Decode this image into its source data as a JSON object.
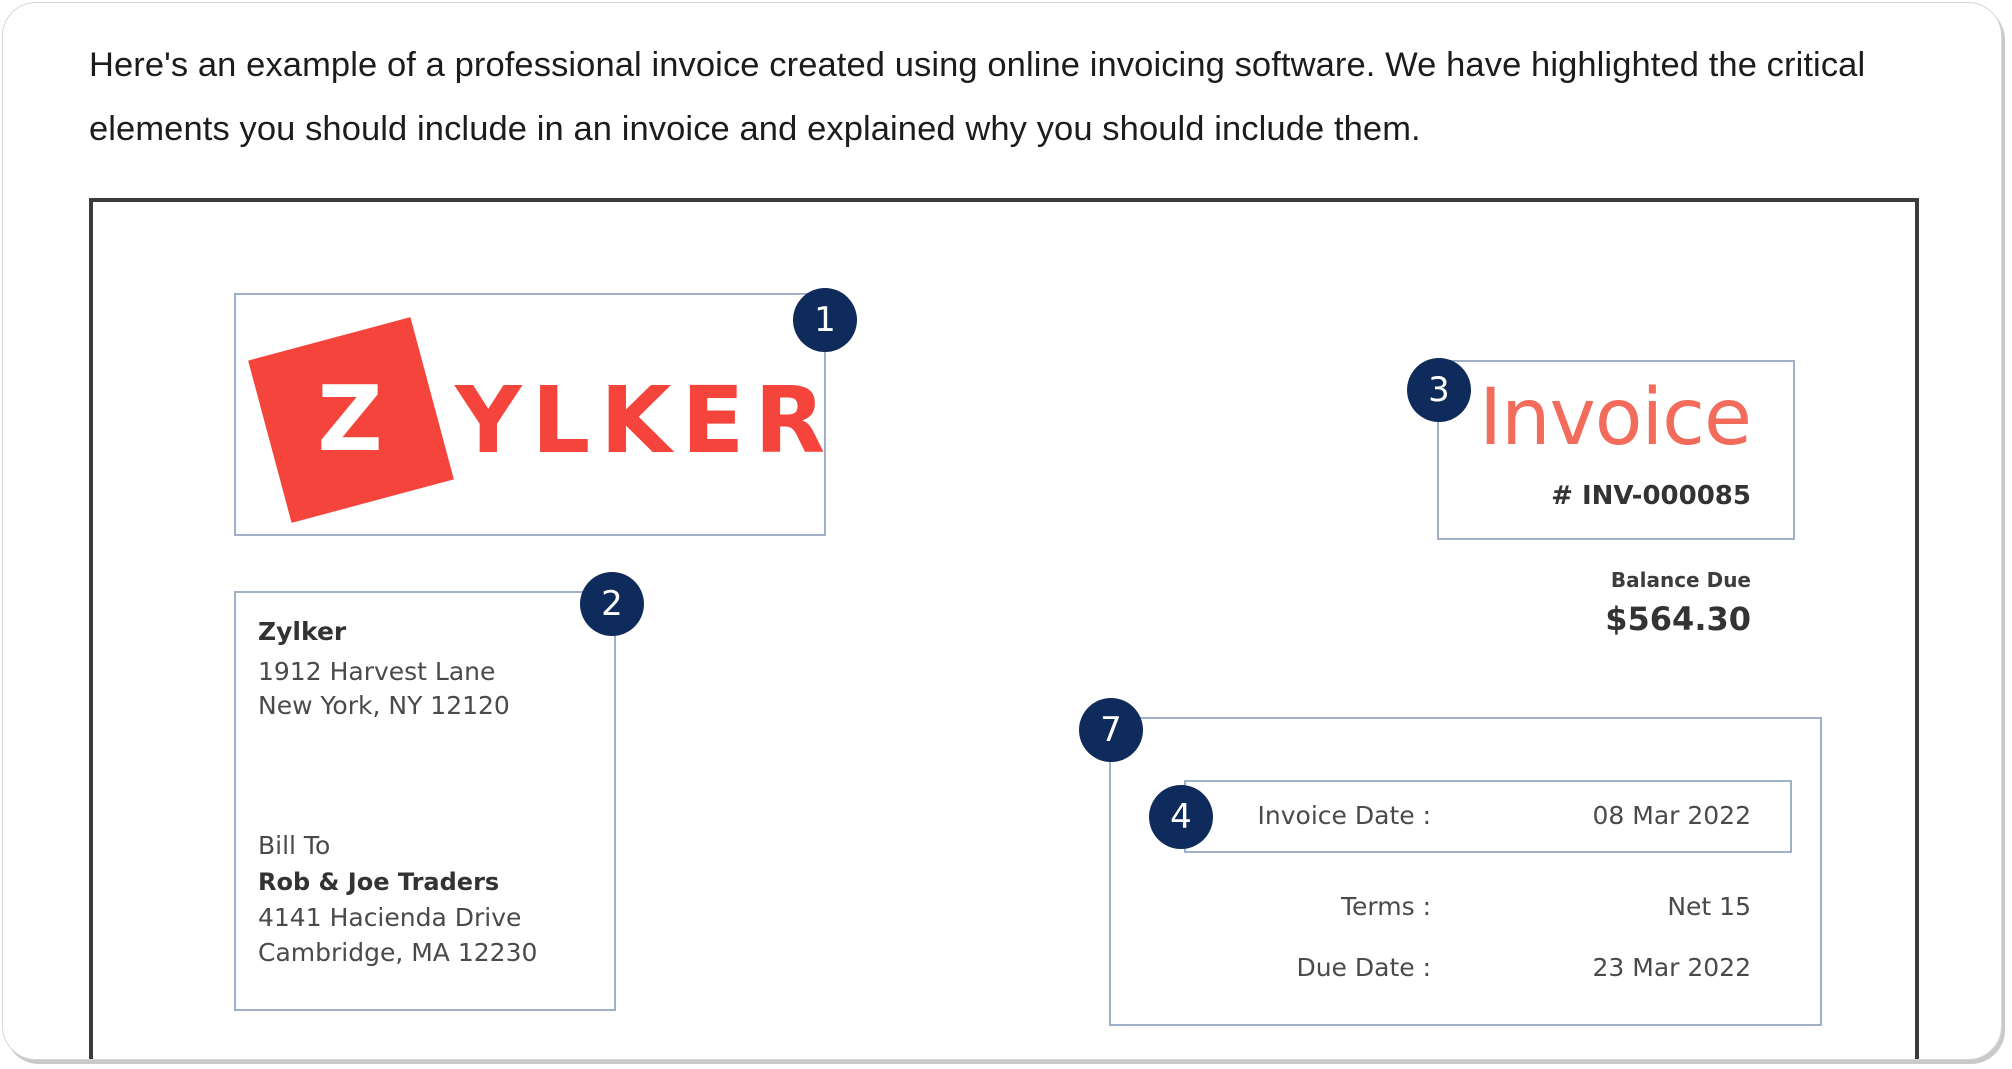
{
  "intro": {
    "text": "Here's an example of a professional invoice created using online invoicing software. We have highlighted the critical elements you should include in an invoice and explained why you should include them."
  },
  "colors": {
    "brand_red": "#f5443b",
    "invoice_title": "#f26b5b",
    "badge_navy": "#0f2b5b",
    "highlight_border": "#9fb0c8",
    "frame_border": "#3b3b3b"
  },
  "badges": [
    "1",
    "2",
    "3",
    "4",
    "7"
  ],
  "logo": {
    "mark_letter": "Z",
    "wordmark": "YLKER"
  },
  "sender": {
    "name": "Zylker",
    "address_line1": "1912 Harvest Lane",
    "address_line2": "New York, NY 12120"
  },
  "bill_to": {
    "label": "Bill To",
    "name": "Rob & Joe Traders",
    "address_line1": "4141 Hacienda Drive",
    "address_line2": "Cambridge, MA 12230"
  },
  "invoice": {
    "title": "Invoice",
    "number": "# INV-000085",
    "balance_label": "Balance Due",
    "balance_amount": "$564.30"
  },
  "details": [
    {
      "label": "Invoice Date :",
      "value": "08 Mar 2022"
    },
    {
      "label": "Terms :",
      "value": "Net 15"
    },
    {
      "label": "Due Date :",
      "value": "23 Mar 2022"
    }
  ]
}
